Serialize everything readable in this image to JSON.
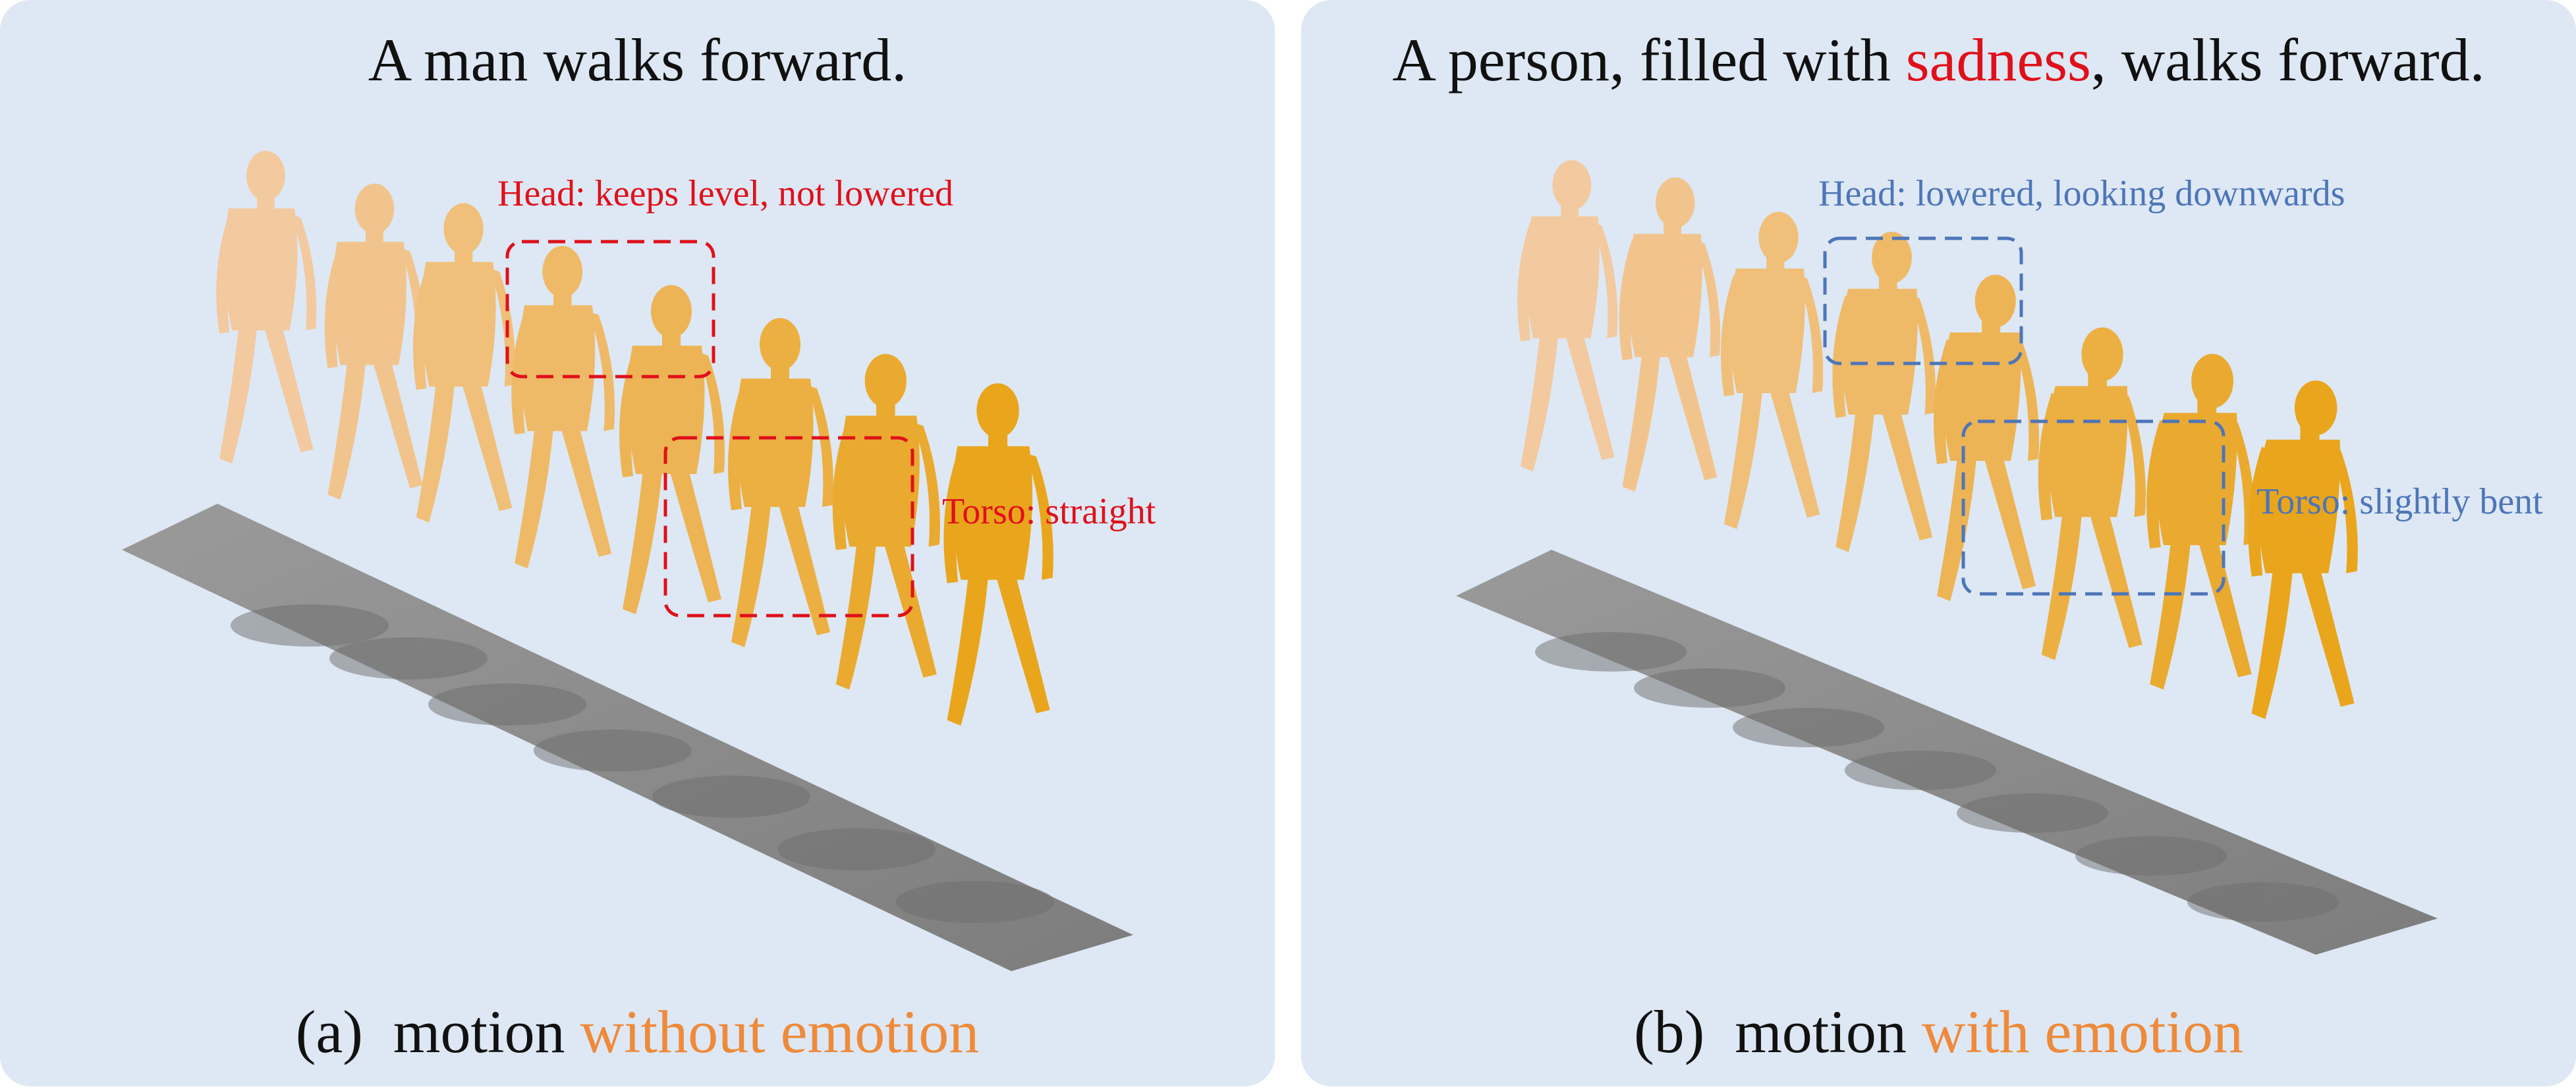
{
  "panel_a": {
    "title": "A man walks forward.",
    "head_note": "Head: keeps level, not lowered",
    "torso_note": "Torso: straight",
    "caption_prefix": "(a)",
    "caption_plain": "motion",
    "caption_highlight": "without emotion"
  },
  "panel_b": {
    "title_start": "A person, filled with ",
    "title_emotion": "sadness",
    "title_end": ", walks forward.",
    "head_note": "Head: lowered, looking downwards",
    "torso_note": "Torso: slightly bent",
    "caption_prefix": "(b)",
    "caption_plain": "motion",
    "caption_highlight": "with emotion"
  },
  "colors": {
    "panel_bg": "#dde8f4",
    "emotion_red": "#e0101a",
    "caption_orange": "#ee8a3a",
    "note_blue": "#4e75b8",
    "floor_gray": "#8c8c8c",
    "figure_light": "#f3c9a0",
    "figure_dark": "#e9a51c"
  }
}
